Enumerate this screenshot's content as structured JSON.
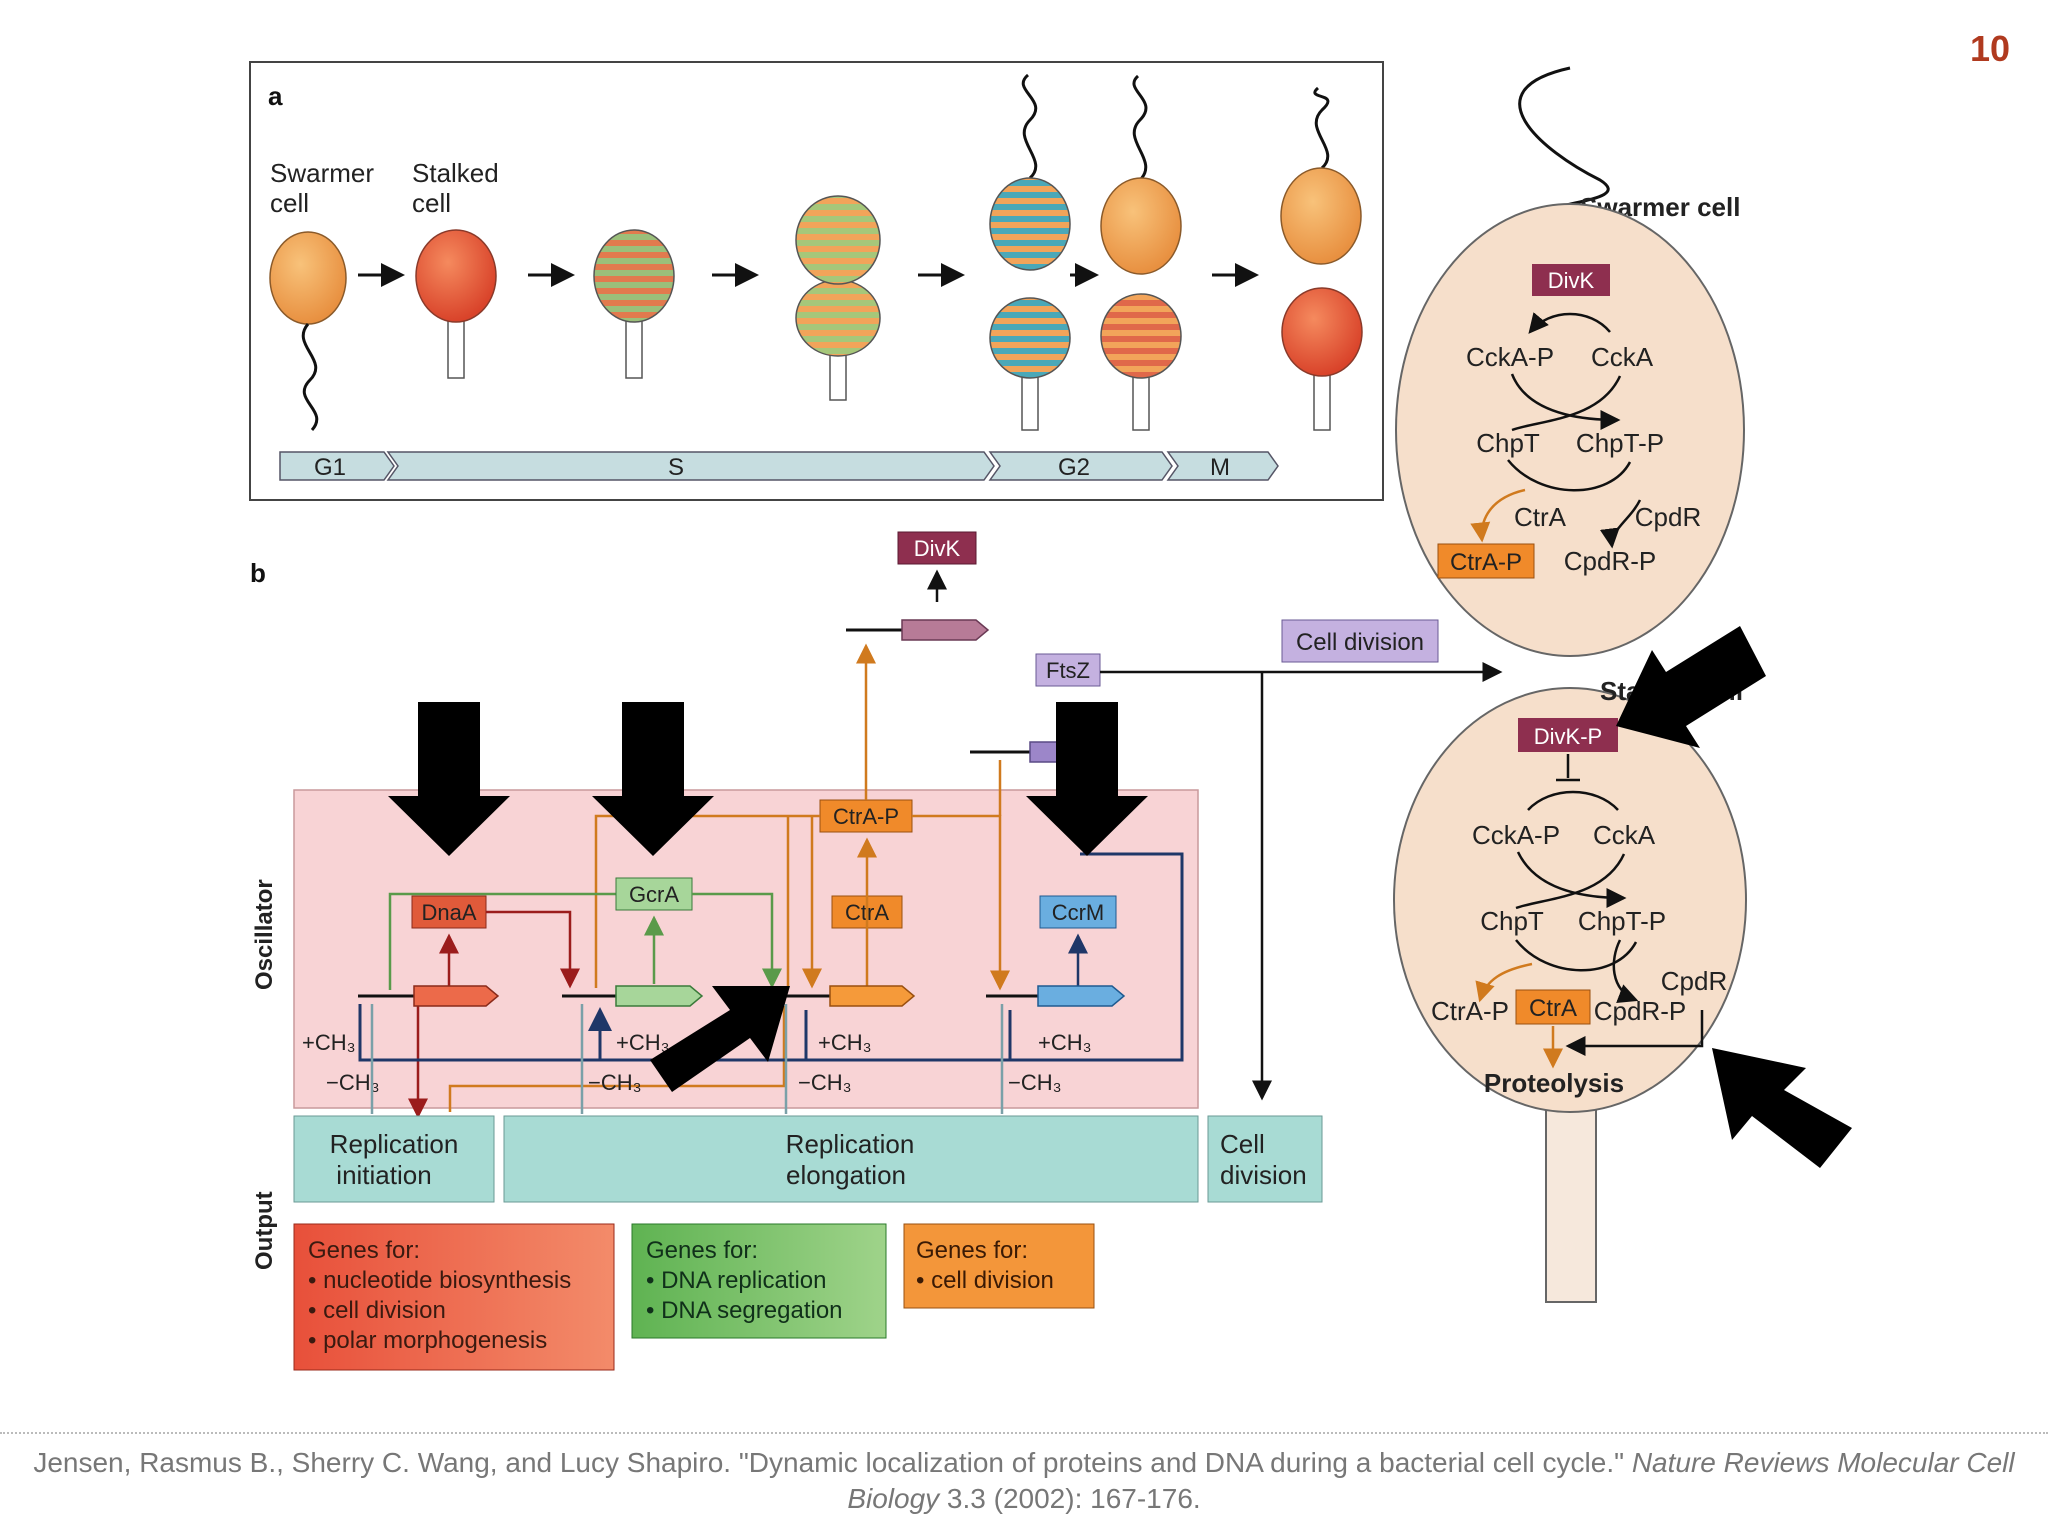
{
  "slide_number": "10",
  "panel_a": {
    "label": "a",
    "swarmer_label": [
      "Swarmer",
      "cell"
    ],
    "stalked_label": [
      "Stalked",
      "cell"
    ],
    "phases": [
      "G1",
      "S",
      "G2",
      "M"
    ]
  },
  "panel_b": {
    "label": "b",
    "row_labels": {
      "oscillator": "Oscillator",
      "output": "Output"
    },
    "proteins": {
      "divk": "DivK",
      "ftsz": "FtsZ",
      "ctra_p": "CtrA-P",
      "dnaa": "DnaA",
      "gcra": "GcrA",
      "ctra": "CtrA",
      "ccrm": "CcrM"
    },
    "cell_division_tag": "Cell division",
    "methyl": {
      "plus": "+CH₃",
      "minus": "−CH₃"
    },
    "outputs": {
      "replication_initiation": [
        "Replication",
        "initiation"
      ],
      "replication_elongation": [
        "Replication",
        "elongation"
      ],
      "cell_division": [
        "Cell",
        "division"
      ]
    },
    "genes": {
      "red": [
        "Genes for:",
        "• nucleotide biosynthesis",
        "• cell division",
        "• polar morphogenesis"
      ],
      "green": [
        "Genes for:",
        "• DNA replication",
        "• DNA segregation"
      ],
      "orange": [
        "Genes for:",
        "• cell division"
      ]
    }
  },
  "swarmer_cell": {
    "title": "Swarmer cell",
    "divk": "DivK",
    "ccka_p": "CckA-P",
    "ccka": "CckA",
    "chpt": "ChpT",
    "chpt_p": "ChpT-P",
    "ctra": "CtrA",
    "cpdr": "CpdR",
    "ctra_p": "CtrA-P",
    "cpdr_p": "CpdR-P"
  },
  "stalked_cell": {
    "title": "Stalked cell",
    "divk_p": "DivK-P",
    "ccka_p": "CckA-P",
    "ccka": "CckA",
    "chpt": "ChpT",
    "chpt_p": "ChpT-P",
    "cpdr": "CpdR",
    "ctra_p": "CtrA-P",
    "ctra": "CtrA",
    "cpdr_p": "CpdR-P",
    "proteolysis": "Proteolysis"
  },
  "citation": {
    "text": "Jensen, Rasmus B., Sherry C. Wang, and Lucy Shapiro. \"Dynamic localization of proteins and DNA during a bacterial cell cycle.\" ",
    "journal": "Nature Reviews Molecular Cell Biology",
    "details": " 3.3 (2002): 167-176."
  }
}
